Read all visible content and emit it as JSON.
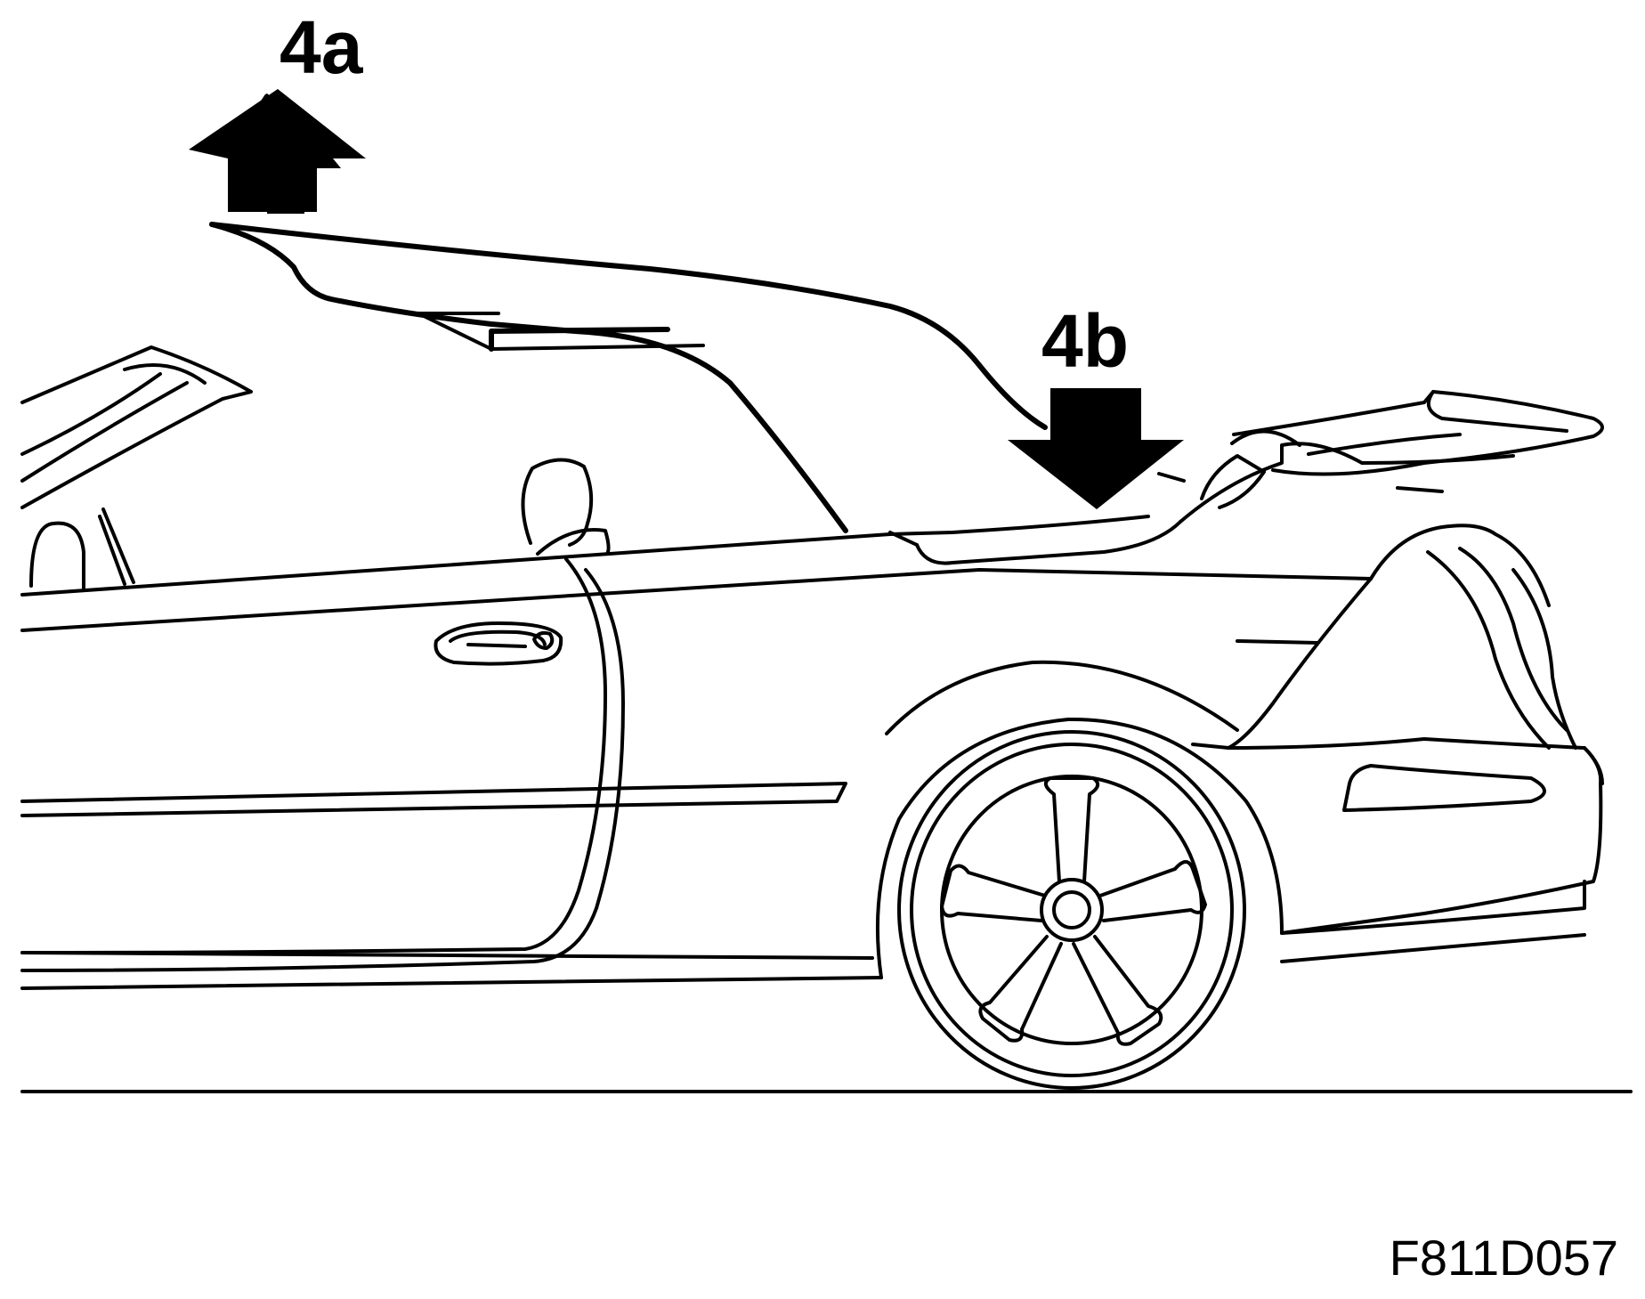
{
  "figure": {
    "label_up": "4a",
    "label_down": "4b",
    "figure_code": "F811D057",
    "colors": {
      "line": "#000000",
      "background": "#ffffff"
    }
  }
}
